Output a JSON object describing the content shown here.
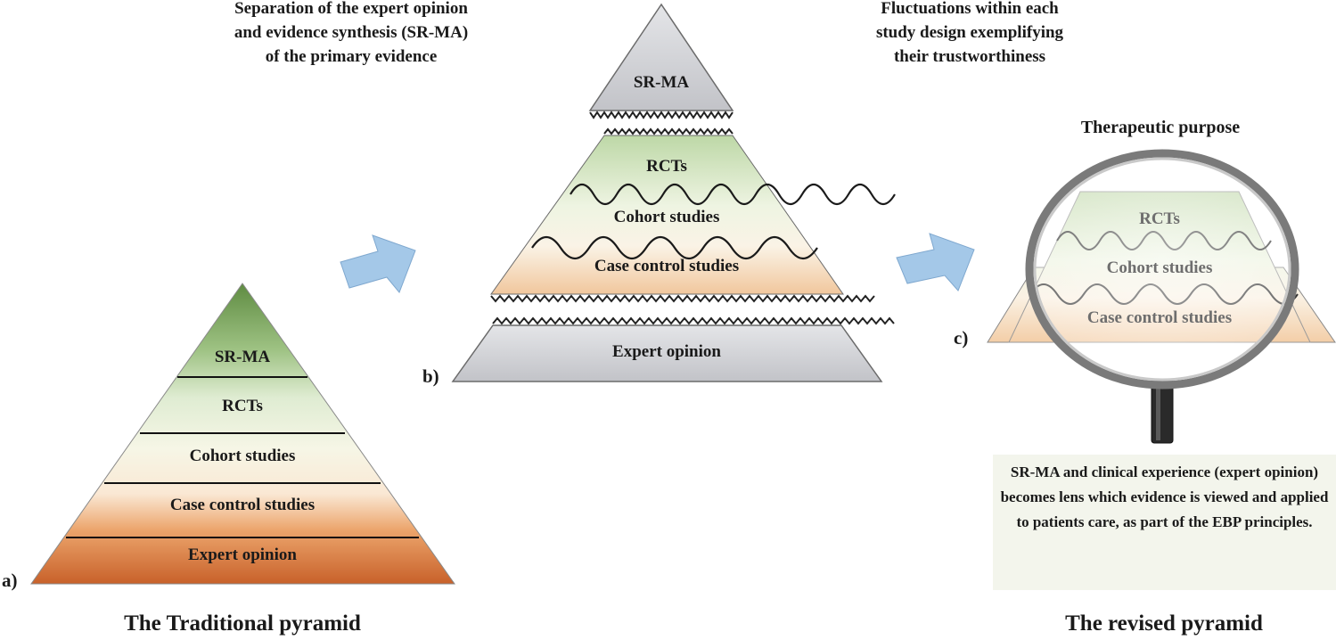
{
  "pyramid_a": {
    "tag": "a)",
    "levels": [
      "SR-MA",
      "RCTs",
      "Cohort studies",
      "Case control studies",
      "Expert opinion"
    ],
    "title": "The Traditional pyramid"
  },
  "pyramid_b": {
    "tag": "b)",
    "top": "SR-MA",
    "middle": [
      "RCTs",
      "Cohort studies",
      "Case control studies"
    ],
    "base": "Expert opinion",
    "caption_left": [
      "Separation of the expert opinion",
      "and evidence synthesis (SR-MA)",
      "of the primary evidence"
    ],
    "caption_right": [
      "Fluctuations within each",
      "study design exemplifying",
      "their trustworthiness"
    ]
  },
  "pyramid_c": {
    "tag": "c)",
    "heading": "Therapeutic purpose",
    "levels": [
      "RCTs",
      "Cohort studies",
      "Case control studies"
    ],
    "note": "SR-MA and clinical experience (expert opinion) becomes lens which evidence is viewed and applied to patients care, as part of the EBP principles.",
    "title": "The revised pyramid"
  },
  "colors": {
    "dark_green": "#6f9a52",
    "light_green": "#c3dbb0",
    "cream": "#f4f3e2",
    "peach": "#f3d6b5",
    "orange": "#cc6d2c",
    "grey": "#cfd0d4",
    "arrow_blue": "#9cc3e6",
    "lens_ring": "#8a8a8a",
    "handle": "#2d2d2d"
  }
}
